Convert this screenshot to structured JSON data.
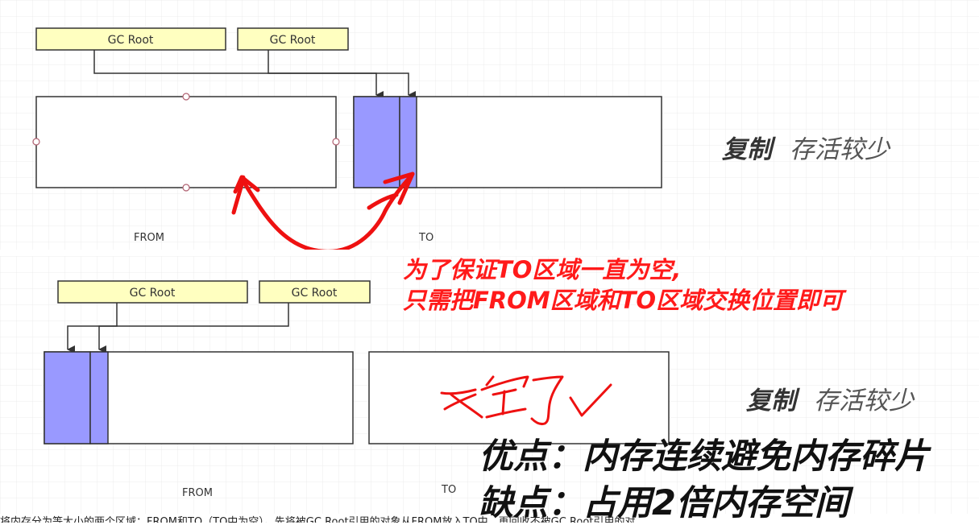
{
  "top": {
    "roots": [
      "GC Root",
      "GC Root"
    ],
    "from_label": "FROM",
    "to_label": "TO",
    "title_bold": "复制",
    "title_italic": "存活较少"
  },
  "bottom": {
    "roots": [
      "GC Root",
      "GC Root"
    ],
    "from_label": "FROM",
    "to_label": "TO",
    "title_bold": "复制",
    "title_italic": "存活较少"
  },
  "red_note": {
    "line1": "为了保证TO区域一直为空,",
    "line2": "只需把FROM区域和TO区域交换位置即可"
  },
  "pros": "优点：内存连续避免内存碎片",
  "cons": "缺点：占用2倍内存空间",
  "bottom_text": "将内存分为等大小的两个区域：FROM和TO（TO中为空）。先将被GC Root引用的对象从FROM放入TO中，再回收不被GC Root引用的对",
  "colors": {
    "root_fill": "#ffffc0",
    "object_fill": "#9999ff",
    "annotation": "#ff1a1a",
    "grid": "#ececec"
  }
}
